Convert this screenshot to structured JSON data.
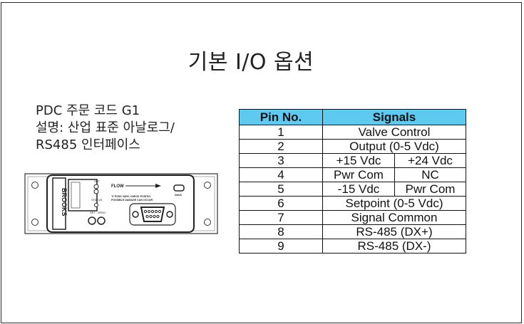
{
  "slide": {
    "title": "기본 I/O 옵션",
    "description": [
      "PDC 주문 코드 G1",
      "설명: 산업 표준 아날로그/",
      "RS485 인터페이스"
    ]
  },
  "device": {
    "labels": {
      "brand": "BROOKS",
      "flow": "FLOW",
      "warning_line1": "'0' POSS VARY, CHECK POSITIO",
      "warning_line2": "POSSIBLE DAMAGE CAN OCCUR",
      "diag": "DIAG",
      "status": "STATUS",
      "set": "SET",
      "zero": "ZERO"
    }
  },
  "pin_table": {
    "headers": [
      "Pin No.",
      "Signals"
    ],
    "header_color": "#5ecaf0",
    "rows": [
      {
        "pin": "1",
        "signals": [
          "Valve Control"
        ]
      },
      {
        "pin": "2",
        "signals": [
          "Output (0-5 Vdc)"
        ]
      },
      {
        "pin": "3",
        "signals": [
          "+15 Vdc",
          "+24 Vdc"
        ]
      },
      {
        "pin": "4",
        "signals": [
          "Pwr Com",
          "NC"
        ]
      },
      {
        "pin": "5",
        "signals": [
          "-15 Vdc",
          "Pwr Com"
        ]
      },
      {
        "pin": "6",
        "signals": [
          "Setpoint (0-5 Vdc)"
        ]
      },
      {
        "pin": "7",
        "signals": [
          "Signal Common"
        ]
      },
      {
        "pin": "8",
        "signals": [
          "RS-485 (DX+)"
        ]
      },
      {
        "pin": "9",
        "signals": [
          "RS-485 (DX-)"
        ]
      }
    ]
  }
}
